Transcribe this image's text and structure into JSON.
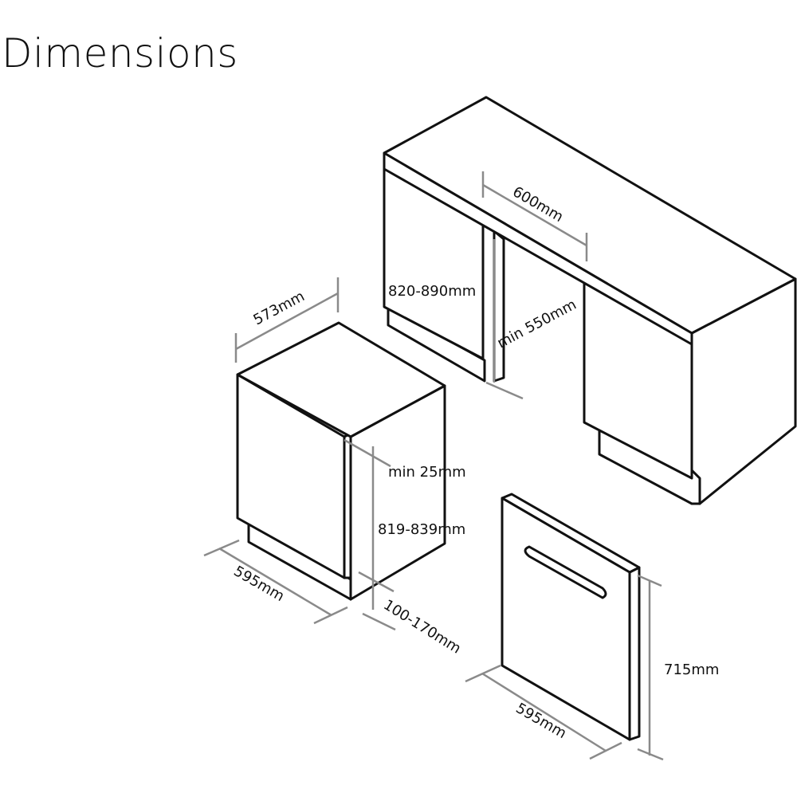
{
  "title": "Dimensions",
  "labels": {
    "niche_width": "600mm",
    "niche_height": "820-890mm",
    "niche_depth": "min 550mm",
    "appliance_depth": "573mm",
    "top_clearance": "min 25mm",
    "appliance_height": "819-839mm",
    "appliance_width": "595mm",
    "plinth_height": "100-170mm",
    "door_height": "715mm",
    "door_width": "595mm"
  },
  "colors": {
    "outline": "#111111",
    "dimension_line": "#8a8a8a"
  }
}
